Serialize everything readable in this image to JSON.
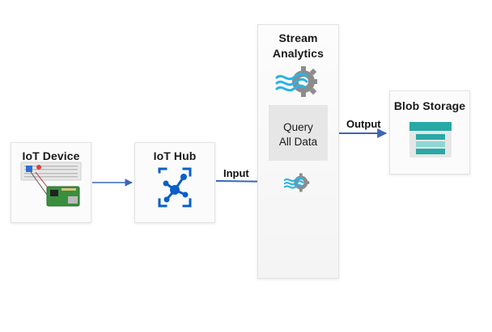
{
  "nodes": {
    "iot_device": {
      "title": "IoT Device",
      "icon": "raspberry-pi-breadboard-icon"
    },
    "iot_hub": {
      "title": "IoT Hub",
      "icon": "iot-hub-icon"
    },
    "stream_analytics": {
      "title_line1": "Stream",
      "title_line2": "Analytics",
      "icon": "stream-analytics-gear-icon",
      "query": {
        "line1": "Query",
        "line2": "All Data"
      },
      "input_icon": "stream-analytics-input-gear-icon"
    },
    "blob_storage": {
      "title": "Blob Storage",
      "icon": "blob-storage-icon"
    }
  },
  "edges": {
    "device_to_hub": {
      "label": ""
    },
    "hub_to_stream": {
      "label": "Input"
    },
    "stream_to_blob": {
      "label": "Output"
    }
  },
  "colors": {
    "arrow": "#3b66b5",
    "azure_blue": "#0a5fc8",
    "wave_cyan": "#2bb3e6",
    "gear_gray": "#8c8c8c",
    "blob_teal": "#27a9a6"
  }
}
